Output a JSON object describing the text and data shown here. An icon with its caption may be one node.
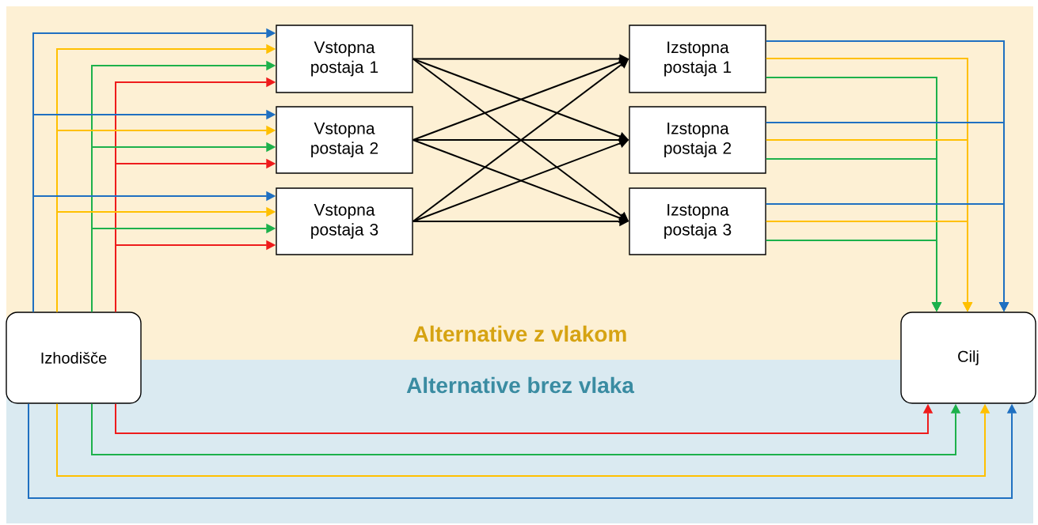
{
  "diagram": {
    "nodes": [
      {
        "text": [
          "Izhodišče"
        ]
      },
      {
        "text": [
          "Vstopna postaja 1"
        ]
      },
      {
        "text": [
          "Vstopna postaja 2"
        ]
      },
      {
        "text": [
          "Vstopna postaja 3"
        ]
      },
      {
        "text": [
          "Izstopna postaja 1"
        ]
      },
      {
        "text": [
          "Izstopna postaja 2"
        ]
      },
      {
        "text": [
          "Izstopna postaja 3"
        ]
      },
      {
        "text": [
          "Cilj"
        ]
      }
    ],
    "labels": [
      "Alternative z vlakom",
      "Alternative brez vlaka"
    ],
    "edges": [
      {
        "from": 0,
        "to": 1,
        "arrow": "to",
        "color": "#1f70c1"
      },
      {
        "from": 0,
        "to": 1,
        "arrow": "to",
        "color": "#ffc000"
      },
      {
        "from": 0,
        "to": 1,
        "arrow": "to",
        "color": "#1db14b"
      },
      {
        "from": 0,
        "to": 1,
        "arrow": "to",
        "color": "#ee1c1c"
      },
      {
        "from": 0,
        "to": 2,
        "arrow": "to",
        "color": "#1f70c1"
      },
      {
        "from": 0,
        "to": 2,
        "arrow": "to",
        "color": "#ffc000"
      },
      {
        "from": 0,
        "to": 2,
        "arrow": "to",
        "color": "#1db14b"
      },
      {
        "from": 0,
        "to": 2,
        "arrow": "to",
        "color": "#ee1c1c"
      },
      {
        "from": 0,
        "to": 3,
        "arrow": "to",
        "color": "#1f70c1"
      },
      {
        "from": 0,
        "to": 3,
        "arrow": "to",
        "color": "#ffc000"
      },
      {
        "from": 0,
        "to": 3,
        "arrow": "to",
        "color": "#1db14b"
      },
      {
        "from": 0,
        "to": 3,
        "arrow": "to",
        "color": "#ee1c1c"
      },
      {
        "from": 1,
        "to": 4,
        "arrow": "to"
      },
      {
        "from": 1,
        "to": 5,
        "arrow": "to"
      },
      {
        "from": 1,
        "to": 6,
        "arrow": "to"
      },
      {
        "from": 2,
        "to": 4,
        "arrow": "to"
      },
      {
        "from": 2,
        "to": 5,
        "arrow": "to"
      },
      {
        "from": 2,
        "to": 6,
        "arrow": "to"
      },
      {
        "from": 3,
        "to": 4,
        "arrow": "to"
      },
      {
        "from": 3,
        "to": 5,
        "arrow": "to"
      },
      {
        "from": 3,
        "to": 6,
        "arrow": "to"
      },
      {
        "from": 4,
        "to": 7,
        "arrow": "to",
        "color": "#1f70c1"
      },
      {
        "from": 4,
        "to": 7,
        "arrow": "to",
        "color": "#ffc000"
      },
      {
        "from": 4,
        "to": 7,
        "arrow": "to",
        "color": "#1db14b"
      },
      {
        "from": 5,
        "to": 7,
        "arrow": "to",
        "color": "#1f70c1"
      },
      {
        "from": 5,
        "to": 7,
        "arrow": "to",
        "color": "#ffc000"
      },
      {
        "from": 5,
        "to": 7,
        "arrow": "to",
        "color": "#1db14b"
      },
      {
        "from": 6,
        "to": 7,
        "arrow": "to",
        "color": "#1f70c1"
      },
      {
        "from": 6,
        "to": 7,
        "arrow": "to",
        "color": "#ffc000"
      },
      {
        "from": 6,
        "to": 7,
        "arrow": "to",
        "color": "#1db14b"
      },
      {
        "from": 0,
        "to": 7,
        "arrow": "to",
        "color": "#ee1c1c"
      },
      {
        "from": 0,
        "to": 7,
        "arrow": "to",
        "color": "#1db14b"
      },
      {
        "from": 0,
        "to": 7,
        "arrow": "to",
        "color": "#ffc000"
      },
      {
        "from": 0,
        "to": 7,
        "arrow": "to",
        "color": "#1f70c1"
      }
    ]
  }
}
